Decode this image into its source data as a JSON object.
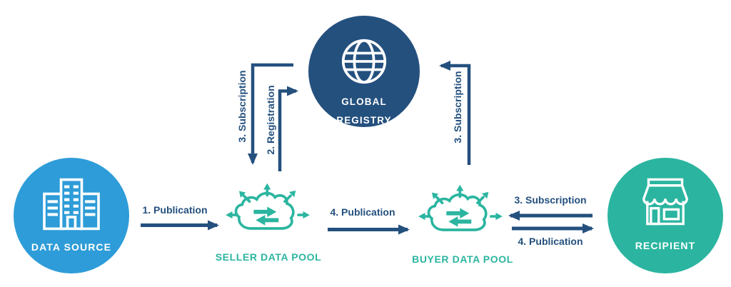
{
  "palette": {
    "background": "#FFFFFF",
    "navy": "#24507E",
    "blue": "#2E9CD8",
    "teal": "#2BB5A0",
    "white": "#FFFFFF"
  },
  "nodes": {
    "data_source": {
      "label": "DATA SOURCE",
      "icon": "building-icon",
      "color": "#2E9CD8"
    },
    "global_registry": {
      "label_line1": "GLOBAL",
      "label_line2": "REGISTRY",
      "icon": "globe-icon",
      "color": "#24507E"
    },
    "seller_pool": {
      "label": "SELLER DATA POOL",
      "icon": "cloud-sync-icon",
      "color": "#2BB5A0"
    },
    "buyer_pool": {
      "label": "BUYER DATA POOL",
      "icon": "cloud-sync-icon",
      "color": "#2BB5A0"
    },
    "recipient": {
      "label": "RECIPIENT",
      "icon": "storefront-icon",
      "color": "#2BB5A0"
    }
  },
  "edges": {
    "publication_1": {
      "label": "1. Publication",
      "from": "DATA SOURCE",
      "to": "SELLER DATA POOL",
      "direction": "right"
    },
    "registration_2": {
      "label": "2. Registration",
      "from": "SELLER DATA POOL",
      "to": "GLOBAL REGISTRY",
      "direction": "up"
    },
    "subscription_3_seller": {
      "label": "3. Subscription",
      "from": "GLOBAL REGISTRY",
      "to": "SELLER DATA POOL",
      "direction": "down"
    },
    "subscription_3_buyer": {
      "label": "3. Subscription",
      "from": "BUYER DATA POOL",
      "to": "GLOBAL REGISTRY",
      "direction": "up"
    },
    "publication_4_pools": {
      "label": "4. Publication",
      "from": "SELLER DATA POOL",
      "to": "BUYER DATA POOL",
      "direction": "right"
    },
    "subscription_3_recipient": {
      "label": "3. Subscription",
      "from": "RECIPIENT",
      "to": "BUYER DATA POOL",
      "direction": "left"
    },
    "publication_4_recipient": {
      "label": "4. Publication",
      "from": "BUYER DATA POOL",
      "to": "RECIPIENT",
      "direction": "right"
    }
  }
}
